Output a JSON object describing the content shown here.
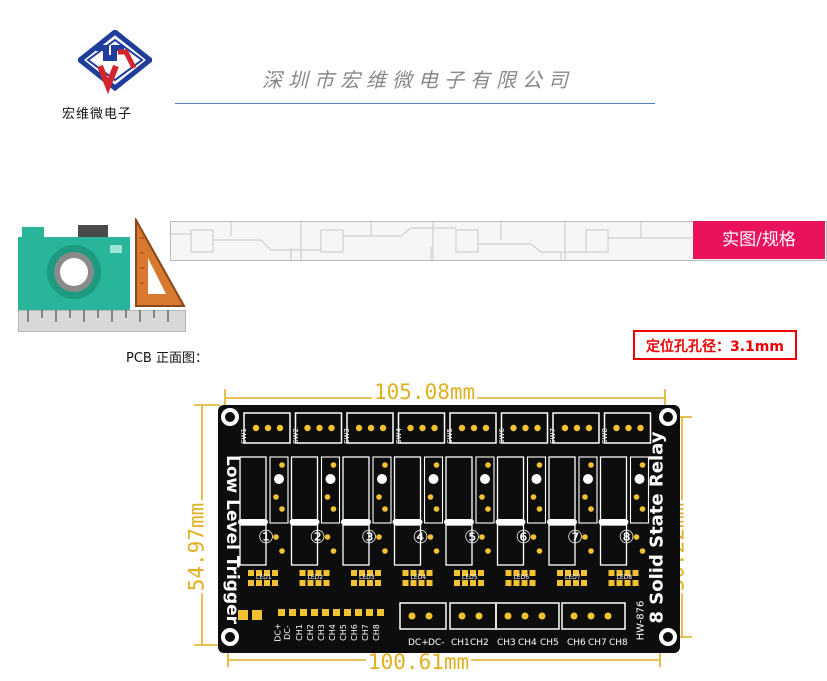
{
  "header": {
    "logo_caption": "宏维微电子",
    "company_name": "深圳市宏维微电子有限公司"
  },
  "banner": {
    "tag": "实图/规格"
  },
  "note": {
    "hole_diameter": "定位孔孔径：3.1mm"
  },
  "pcb_section": {
    "label": "PCB 正面图："
  },
  "dimensions": {
    "top_width": "105.08mm",
    "bottom_width": "100.61mm",
    "left_height": "54.97mm",
    "right_height": "50.22mm"
  },
  "board": {
    "left_text": "Low Level Trigger",
    "right_text": "8 Solid State Relay",
    "model": "HW-876",
    "channel_numbers": [
      "①",
      "②",
      "③",
      "④",
      "⑤",
      "⑥",
      "⑦",
      "⑧"
    ],
    "switch_labels": [
      "SW1",
      "SW2",
      "SW3",
      "SW4",
      "SW5",
      "SW6",
      "SW7",
      "SW8"
    ],
    "led_labels": [
      "LED1",
      "LED2",
      "LED3",
      "LED4",
      "LED5",
      "LED6",
      "LED7",
      "LED8"
    ],
    "pin_header_labels": [
      "DC+",
      "DC-",
      "CH1",
      "CH2",
      "CH3",
      "CH4",
      "CH5",
      "CH6",
      "CH7",
      "CH8"
    ],
    "terminal_labels": [
      "DC+",
      "DC-",
      "CH1",
      "CH2",
      "CH3",
      "CH4",
      "CH5",
      "CH6",
      "CH7",
      "CH8"
    ]
  },
  "colors": {
    "accent_magenta": "#e8125d",
    "warning_red": "#ee0000",
    "dimension_gold": "#e0b020",
    "board_black": "#0d0d0d",
    "pad_gold": "#f2c230",
    "logo_blue": "#1f3d9a",
    "logo_red": "#d4252d",
    "camera_teal": "#29b59a",
    "triangle_orange": "#d9782f"
  }
}
